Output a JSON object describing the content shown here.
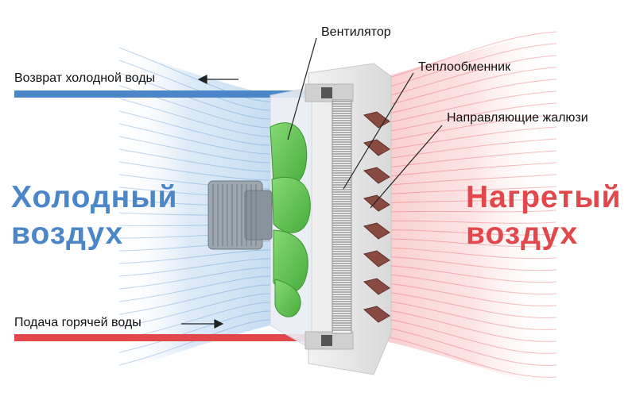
{
  "labels": {
    "fan": "Вентилятор",
    "heat_exchanger": "Теплообменник",
    "louvers": "Направляющие жалюзи",
    "cold_return": "Возврат холодной воды",
    "hot_supply": "Подача горячей воды"
  },
  "zones": {
    "cold_line1": "Холодный",
    "cold_line2": "воздух",
    "warm_line1": "Нагретый",
    "warm_line2": "воздух"
  },
  "colors": {
    "cold": "#4a86c8",
    "hot": "#e2474c",
    "fan_blade": "#5cc44a",
    "housing": "#e3e3e3"
  },
  "louver_count": 8
}
